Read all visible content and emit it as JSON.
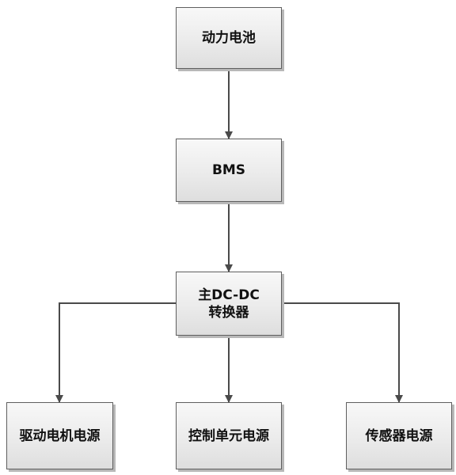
{
  "diagram": {
    "nodes": {
      "battery": "动力电池",
      "bms": "BMS",
      "dcdc": "主DC-DC\n转换器",
      "motor_power": "驱动电机电源",
      "control_power": "控制单元电源",
      "sensor_power": "传感器电源"
    },
    "edges": [
      {
        "from": "battery",
        "to": "bms"
      },
      {
        "from": "bms",
        "to": "dcdc"
      },
      {
        "from": "dcdc",
        "to": "motor_power"
      },
      {
        "from": "dcdc",
        "to": "control_power"
      },
      {
        "from": "dcdc",
        "to": "sensor_power"
      }
    ],
    "colors": {
      "line": "#4a4a4a",
      "box_border": "#5f5f5f",
      "box_fill": "#ebebeb",
      "text": "#111111"
    }
  }
}
